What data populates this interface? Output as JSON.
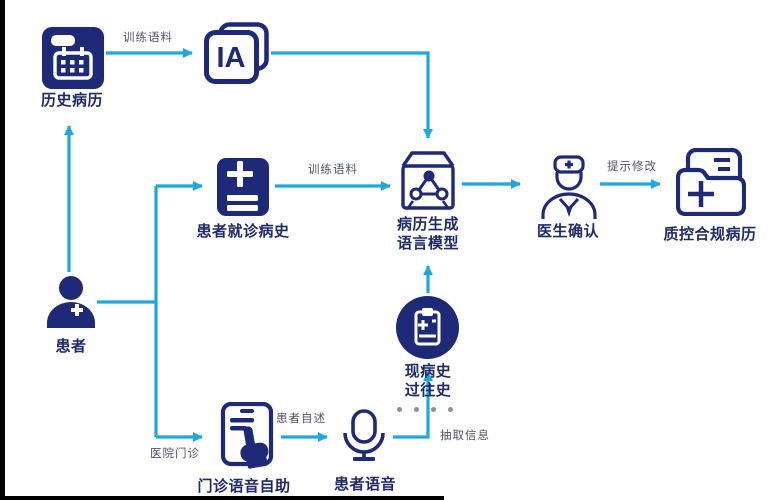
{
  "colors": {
    "icon_navy": "#1e2a78",
    "arrow_cyan": "#1fa8e0",
    "node_label_navy": "#1f2a66",
    "edge_label_gray": "#51546a",
    "letterbox_black": "#000000"
  },
  "nodes": {
    "historical_records": {
      "label": "历史病历",
      "icon": "archive-records-icon"
    },
    "corpus": {
      "label": "IA",
      "icon": "ia-stacked-cards-icon"
    },
    "patient": {
      "label": "患者",
      "icon": "patient-person-icon"
    },
    "visit_history": {
      "label": "患者就诊病史",
      "icon": "medical-document-icon"
    },
    "generation_model": {
      "label_line1": "病历生成",
      "label_line2": "语言模型",
      "icon": "network-box-icon"
    },
    "doctor_confirm": {
      "label": "医生确认",
      "icon": "doctor-icon"
    },
    "qc_record": {
      "label": "质控合规病历",
      "icon": "record-folder-icon"
    },
    "history_extract": {
      "label_line1": "现病史",
      "label_line2": "过往史",
      "icon": "clipboard-circle-icon"
    },
    "kiosk": {
      "label": "门诊语音自助",
      "icon": "tablet-hand-icon"
    },
    "patient_voice": {
      "label": "患者语音",
      "icon": "microphone-icon"
    }
  },
  "edge_labels": {
    "train_corpus_top": "训练语料",
    "train_corpus_mid": "训练语料",
    "prompt_revision": "提示修改",
    "hospital_outpatient": "医院门诊",
    "patient_narration": "患者自述",
    "extract_info": "抽取信息"
  }
}
